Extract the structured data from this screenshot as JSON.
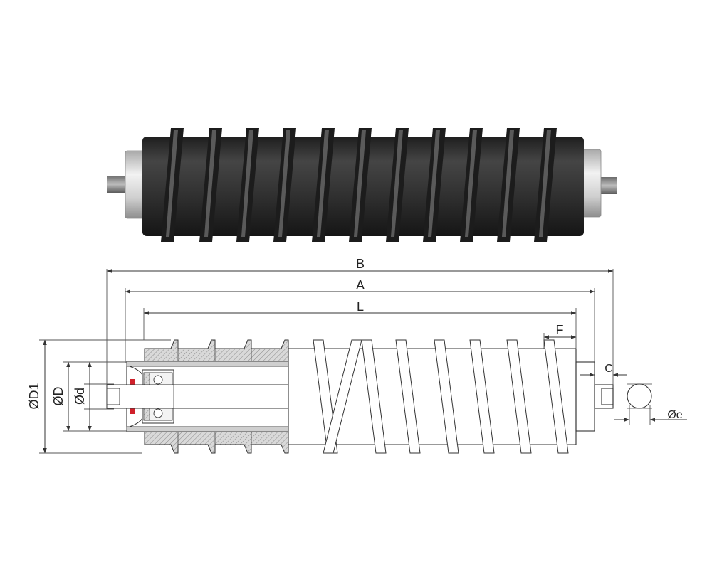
{
  "labels": {
    "B": "B",
    "A": "A",
    "L": "L",
    "F": "F",
    "C": "C",
    "D1": "ØD1",
    "D": "ØD",
    "d": "Ød",
    "e": "Øe"
  },
  "colors": {
    "rubber_dark": "#2a2a2a",
    "rubber_mid": "#3c3c3c",
    "steel_light": "#dcdcdc",
    "hatch": "#9a9a9a",
    "seal_red": "#d0202a",
    "line": "#333333"
  },
  "icons": {
    "render": "spiral-roller-render",
    "section": "roller-section-drawing",
    "end_view": "shaft-end-circle"
  }
}
